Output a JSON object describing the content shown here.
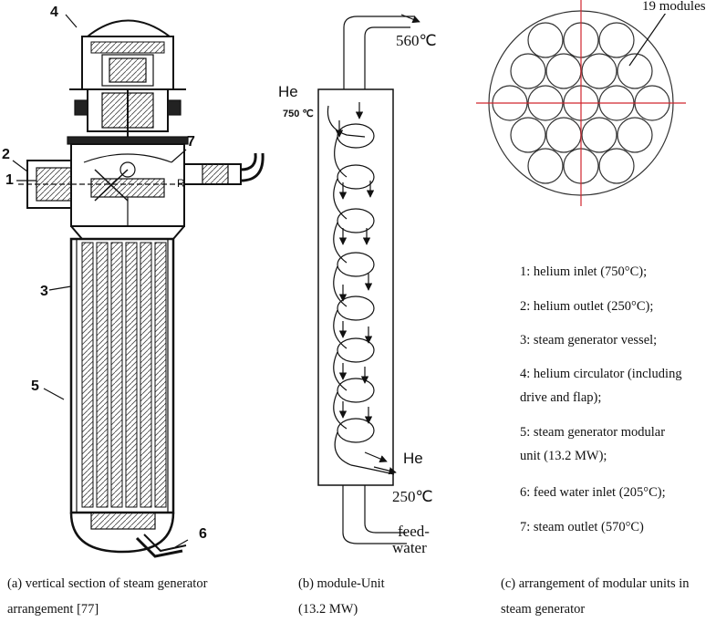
{
  "figure_a": {
    "callouts": [
      "1",
      "2",
      "3",
      "4",
      "5",
      "6",
      "7"
    ],
    "caption_line1": "(a) vertical section of steam generator",
    "caption_line2": "arrangement [77]"
  },
  "figure_b": {
    "top_temp": "560℃",
    "he_in": "He",
    "inlet_temp": "750 ℃",
    "he_out": "He",
    "outlet_temp": "250℃",
    "feed_line1": "feed-",
    "feed_line2": "water",
    "caption_line1": "(b) module-Unit",
    "caption_line2": "(13.2 MW)"
  },
  "figure_c": {
    "modules_label": "19 modules",
    "module_count": 19,
    "legend": [
      "1: helium inlet (750°C);",
      "2: helium outlet (250°C);",
      "3: steam generator vessel;",
      "4: helium circulator (including",
      "drive and flap);",
      "5: steam generator modular",
      "unit (13.2 MW);",
      "6: feed water inlet (205°C);",
      "7: steam outlet (570°C)"
    ],
    "caption_line1": "(c) arrangement of modular units in",
    "caption_line2": "steam generator"
  }
}
